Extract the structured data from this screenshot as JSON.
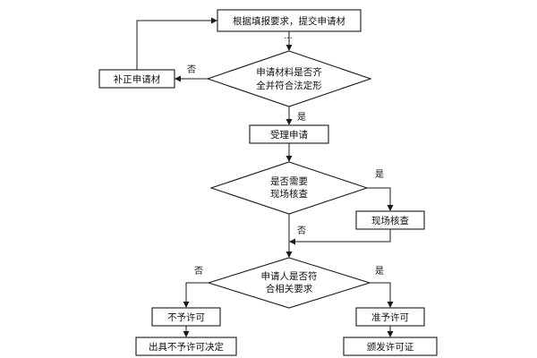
{
  "nodes": {
    "submit": "根据填报要求，提交申请材",
    "submit_mark": "...",
    "check_complete_line1": "申请材料是否齐",
    "check_complete_line2": "全并符合法定形",
    "supplement": "补正申请材",
    "accept": "受理申请",
    "need_inspect_line1": "是否需要",
    "need_inspect_line2": "现场核查",
    "inspect": "现场核查",
    "meets_req_line1": "申请人是否符",
    "meets_req_line2": "合相关要求",
    "deny": "不予许可",
    "deny_decision": "出具不予许可决定",
    "grant": "准予许可",
    "issue_license": "颁发许可证"
  },
  "labels": {
    "no_supplement": "否",
    "yes_accept": "是",
    "yes_inspect": "是",
    "no_skip_inspect": "否",
    "no_deny": "否",
    "yes_grant": "是"
  }
}
